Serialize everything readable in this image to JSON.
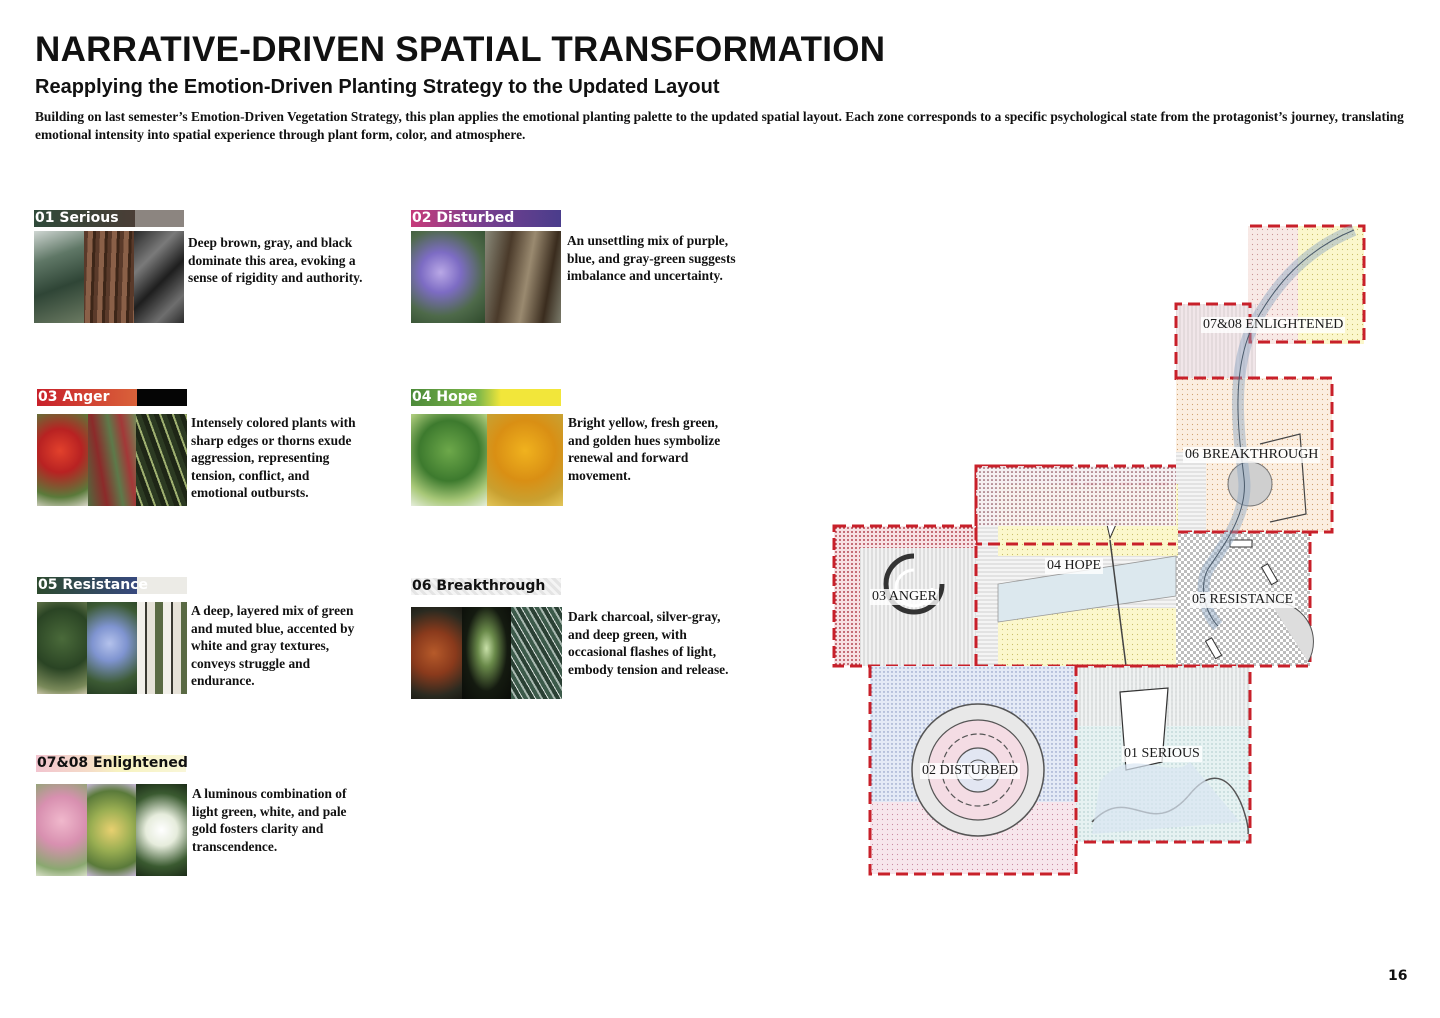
{
  "header": {
    "title": "NARRATIVE-DRIVEN SPATIAL TRANSFORMATION",
    "subtitle": "Reapplying the Emotion-Driven Planting Strategy to the Updated Layout",
    "intro": "Building on last semester’s Emotion-Driven Vegetation Strategy, this plan applies the emotional planting palette to the updated spatial layout. Each zone corresponds to a specific psychological state from the protagonist’s journey, translating emotional intensity into spatial experience through plant form, color, and atmosphere."
  },
  "zones": [
    {
      "label": "01 Serious",
      "description": "Deep brown, gray, and black dominate this area, evoking a sense of rigidity and authority.",
      "colors": [
        "#2f4a3a",
        "#4a3d36",
        "#8c8580"
      ]
    },
    {
      "label": "02 Disturbed",
      "description": "An unsettling mix of purple, blue, and gray-green suggests imbalance and uncertainty.",
      "colors": [
        "#c63b7a",
        "#7a3f8f",
        "#4a3d8c"
      ]
    },
    {
      "label": "03 Anger",
      "description": "Intensely colored plants with sharp edges or thorns exude aggression, representing tension, conflict, and emotional outbursts.",
      "colors": [
        "#c8202a",
        "#d9623a",
        "#050505"
      ]
    },
    {
      "label": "04 Hope",
      "description": "Bright yellow, fresh green, and golden hues symbolize renewal and forward movement.",
      "colors": [
        "#4c8a3a",
        "#7fb84a",
        "#f2e63a"
      ]
    },
    {
      "label": "05 Resistance",
      "description": "A deep, layered mix of green and muted blue, accented by white and gray textures, conveys struggle and endurance.",
      "colors": [
        "#2d4a2e",
        "#37497e",
        "#ecebe6"
      ]
    },
    {
      "label": "06 Breakthrough",
      "description": "Dark charcoal, silver-gray, and deep green, with occasional flashes of light, embody tension and release.",
      "colors": [
        "#eeeeee",
        "#f4f4f4",
        "#e8e8e8"
      ]
    },
    {
      "label": "07&08 Enlightened",
      "description": "A luminous combination of light green, white, and pale gold fosters clarity and transcendence.",
      "colors": [
        "#f2c4cf",
        "#f7f3c0",
        "#f9f6d8"
      ]
    }
  ],
  "plan": {
    "labels": {
      "enlightened": "07&08 ENLIGHTENED",
      "breakthrough": "06 BREAKTHROUGH",
      "hope": "04 HOPE",
      "anger": "03 ANGER",
      "resistance": "05 RESISTANCE",
      "serious": "01 SERIOUS",
      "disturbed": "02 DISTURBED"
    }
  },
  "page_number": "16"
}
